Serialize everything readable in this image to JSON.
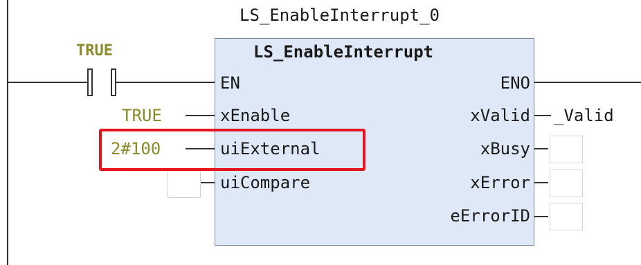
{
  "instance_name": "LS_EnableInterrupt_0",
  "block": {
    "type_name": "LS_EnableInterrupt",
    "inputs": [
      "EN",
      "xEnable",
      "uiExternal",
      "uiCompare"
    ],
    "outputs": [
      "ENO",
      "xValid",
      "xBusy",
      "xError",
      "eErrorID"
    ]
  },
  "contact": {
    "label": "TRUE"
  },
  "input_values": {
    "xEnable": "TRUE",
    "uiExternal": "2#100",
    "uiCompare": ""
  },
  "output_values": {
    "xValid": "_Valid",
    "xBusy": "",
    "xError": "",
    "eErrorID": ""
  },
  "highlight": {
    "color": "#e3141e",
    "target": "uiExternal"
  },
  "colors": {
    "block_fill": "#dfe8f6",
    "block_border": "#6f7f99",
    "literal_text": "#8a8a2a"
  }
}
